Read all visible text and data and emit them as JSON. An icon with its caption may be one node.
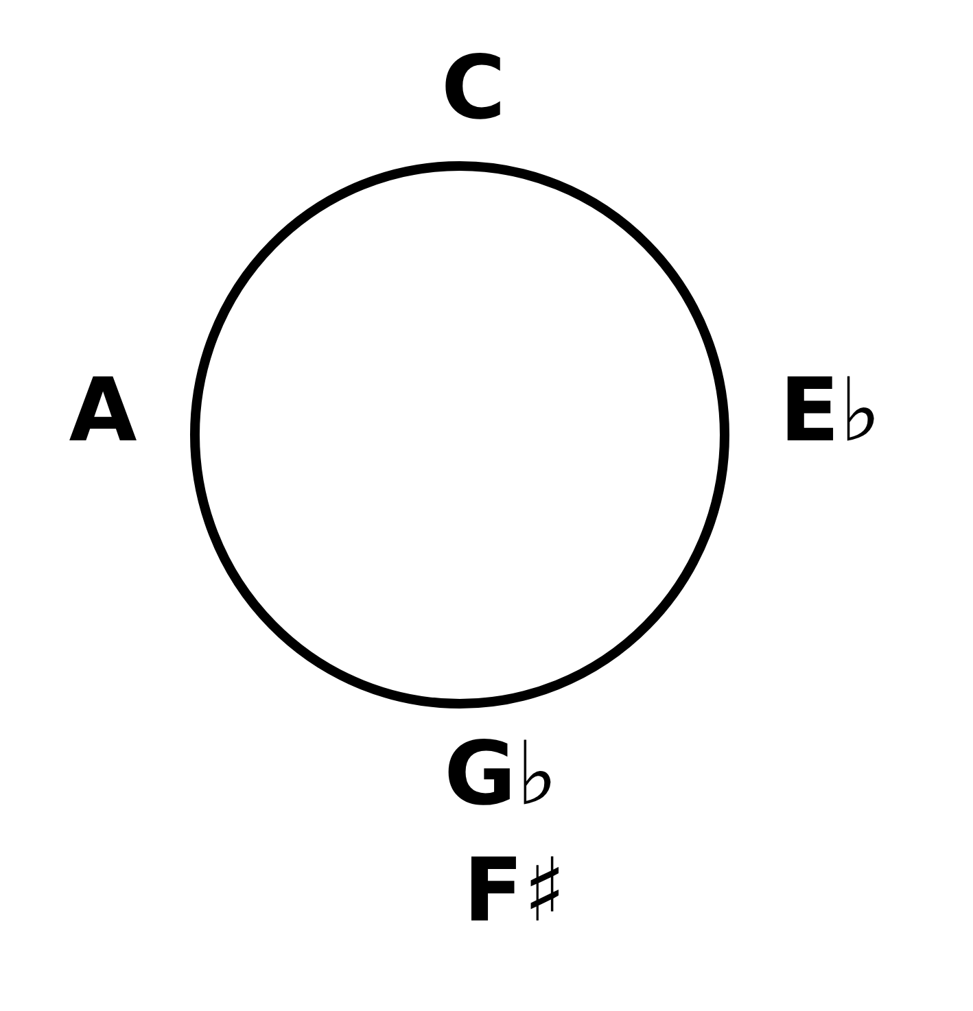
{
  "diagram": {
    "nodes": [
      {
        "text": [],
        "shape": "circle",
        "beside": [
          "C",
          "A",
          "E♭",
          "G♭",
          "F♯"
        ]
      }
    ]
  }
}
